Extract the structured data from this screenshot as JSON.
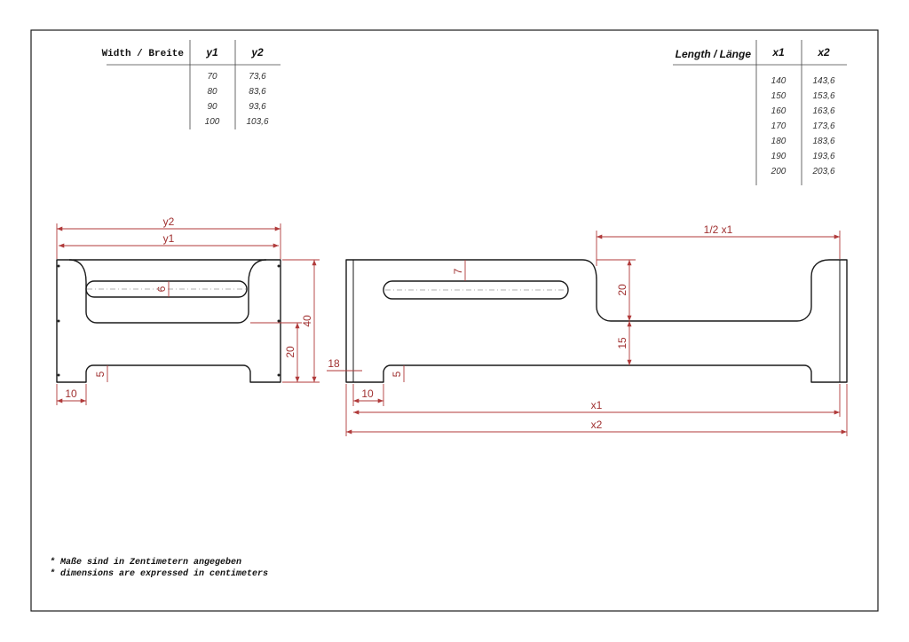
{
  "width_table": {
    "header": "Width / Breite",
    "col1": "y1",
    "col2": "y2",
    "rows": [
      {
        "y1": "70",
        "y2": "73,6"
      },
      {
        "y1": "80",
        "y2": "83,6"
      },
      {
        "y1": "90",
        "y2": "93,6"
      },
      {
        "y1": "100",
        "y2": "103,6"
      }
    ]
  },
  "length_table": {
    "header": "Length / Länge",
    "col1": "x1",
    "col2": "x2",
    "rows": [
      {
        "x1": "140",
        "x2": "143,6"
      },
      {
        "x1": "150",
        "x2": "153,6"
      },
      {
        "x1": "160",
        "x2": "163,6"
      },
      {
        "x1": "170",
        "x2": "173,6"
      },
      {
        "x1": "180",
        "x2": "183,6"
      },
      {
        "x1": "190",
        "x2": "193,6"
      },
      {
        "x1": "200",
        "x2": "203,6"
      }
    ]
  },
  "side_view": {
    "dim_y2": "y2",
    "dim_y1": "y1",
    "dim_slot": "6",
    "dim_40": "40",
    "dim_20": "20",
    "dim_5": "5",
    "dim_10": "10"
  },
  "long_view": {
    "dim_half_x1": "1/2 x1",
    "dim_7": "7",
    "dim_20": "20",
    "dim_15": "15",
    "dim_18": "18",
    "dim_5": "5",
    "dim_10": "10",
    "dim_x1": "x1",
    "dim_x2": "x2"
  },
  "notes": {
    "line1": "* Maße sind in Zentimetern angegeben",
    "line2": "* dimensions are expressed in centimeters"
  },
  "colors": {
    "dimension": "#b03a3a",
    "outline": "#1a1a1a"
  }
}
